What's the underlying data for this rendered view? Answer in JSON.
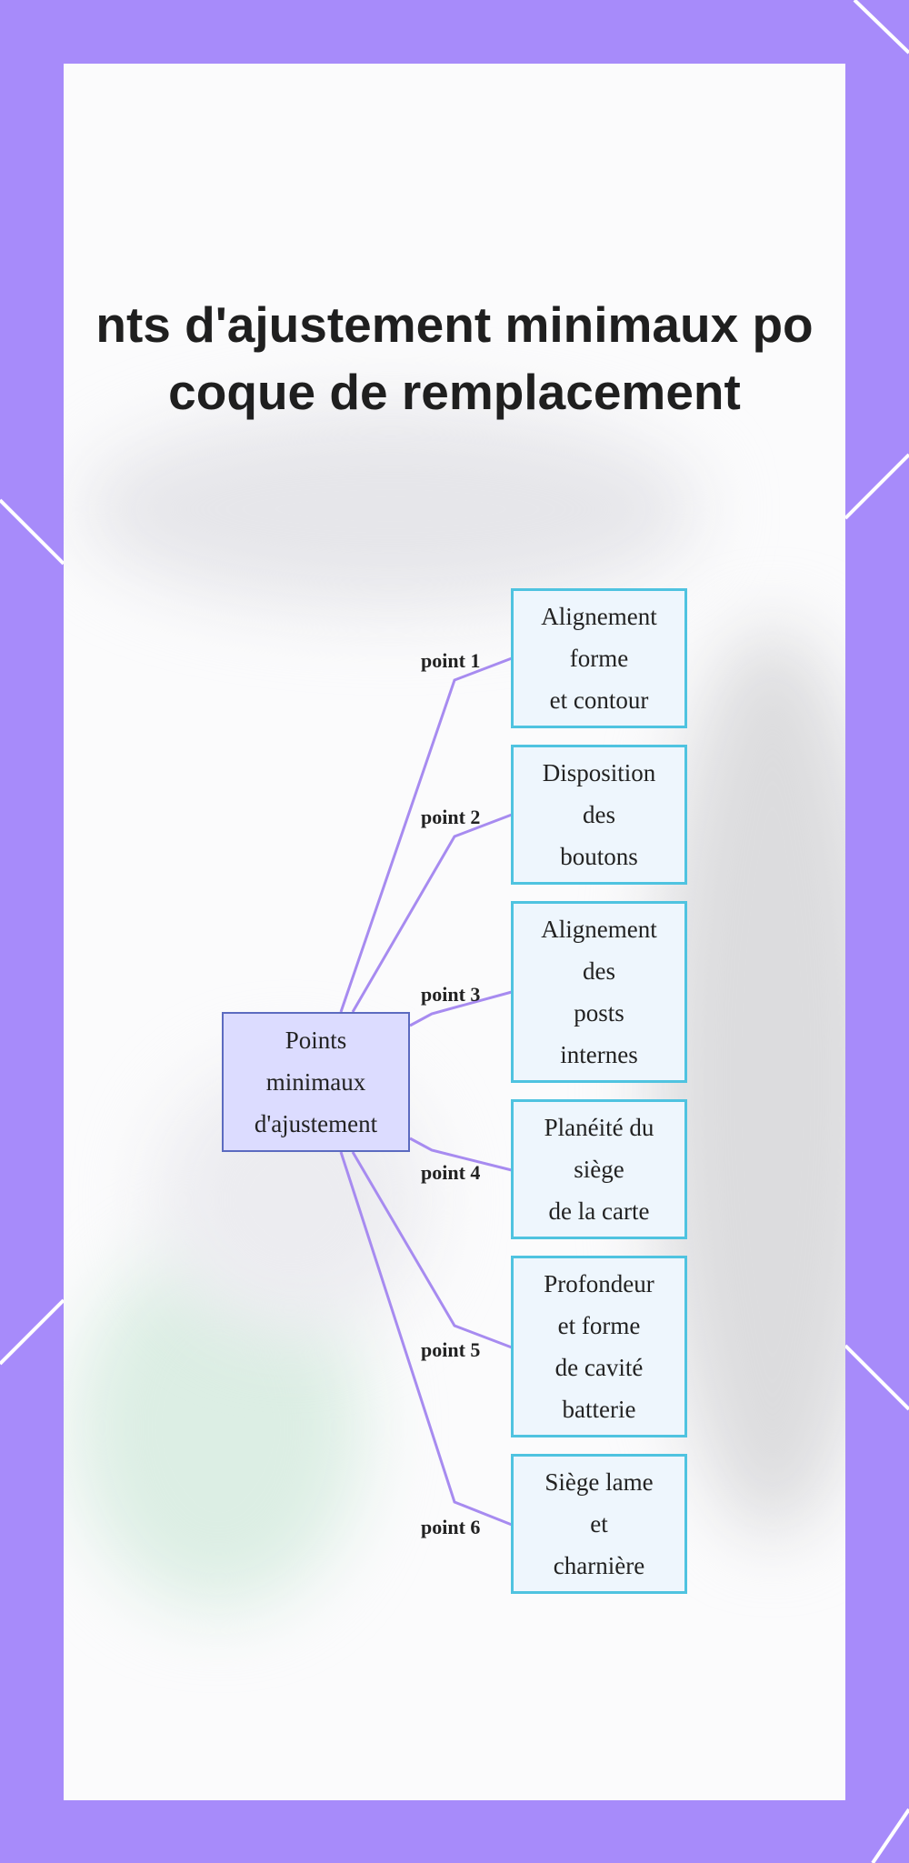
{
  "title": {
    "line1": "nts d'ajustement minimaux po",
    "line2": "coque de remplacement"
  },
  "colors": {
    "frame": "#a78bfa",
    "card": "#fbfbfc",
    "connector": "#a78bf0",
    "root_fill": "#dcdcff",
    "root_border": "#5c6bc0",
    "leaf_fill": "#eef6fd",
    "leaf_border": "#4fc3e0"
  },
  "diagram": {
    "root": {
      "label": "Points\nminimaux\nd'ajustement"
    },
    "branches": [
      {
        "edge_label": "point 1",
        "node_label": "Alignement\nforme\net contour"
      },
      {
        "edge_label": "point 2",
        "node_label": "Disposition\ndes\nboutons"
      },
      {
        "edge_label": "point 3",
        "node_label": "Alignement\ndes\nposts\ninternes"
      },
      {
        "edge_label": "point 4",
        "node_label": "Planéité du\nsiège\nde la carte"
      },
      {
        "edge_label": "point 5",
        "node_label": "Profondeur\net forme\nde cavité\nbatterie"
      },
      {
        "edge_label": "point 6",
        "node_label": "Siège lame\net\ncharnière"
      }
    ]
  }
}
